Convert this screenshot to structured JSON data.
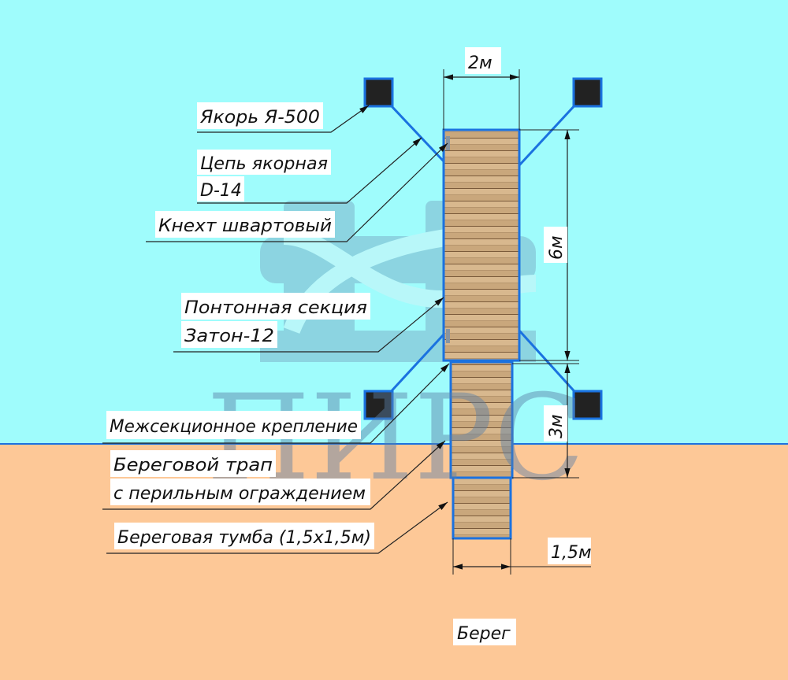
{
  "labels": {
    "anchor": "Якорь Я-500",
    "chain_line1": "Цепь якорная",
    "chain_line2": "D-14",
    "bollard": "Кнехт швартовый",
    "pontoon_line1": "Понтонная секция",
    "pontoon_line2": "Затон-12",
    "joint": "Межсекционное крепление",
    "gangway_line1": "Береговой трап",
    "gangway_line2": "с перильным ограждением",
    "shore_post": "Береговая тумба (1,5х1,5м)",
    "shore": "Берег"
  },
  "dimensions": {
    "pontoon_width": "2м",
    "pontoon_length": "6м",
    "gangway_length": "3м",
    "post_width": "1,5м"
  },
  "watermark": "ПИРС",
  "colors": {
    "water": "#9ffcfc",
    "shore": "#fdc897",
    "outline": "#1a72e0",
    "anchor": "#222222"
  }
}
